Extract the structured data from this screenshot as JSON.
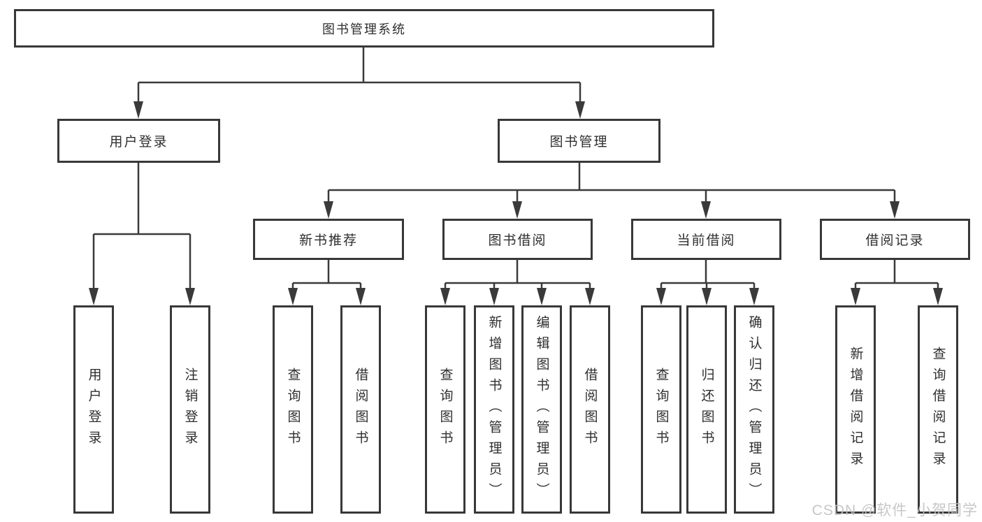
{
  "root": {
    "label": "图书管理系统"
  },
  "level2": [
    {
      "label": "用户登录"
    },
    {
      "label": "图书管理"
    }
  ],
  "level3": [
    {
      "label": "新书推荐"
    },
    {
      "label": "图书借阅"
    },
    {
      "label": "当前借阅"
    },
    {
      "label": "借阅记录"
    }
  ],
  "leaves": [
    {
      "label": "用户登录"
    },
    {
      "label": "注销登录"
    },
    {
      "label": "查询图书"
    },
    {
      "label": "借阅图书"
    },
    {
      "label": "查询图书"
    },
    {
      "label": "新增图书（管理员）"
    },
    {
      "label": "编辑图书（管理员）"
    },
    {
      "label": "借阅图书"
    },
    {
      "label": "查询图书"
    },
    {
      "label": "归还图书"
    },
    {
      "label": "确认归还（管理员）"
    },
    {
      "label": "新增借阅记录"
    },
    {
      "label": "查询借阅记录"
    }
  ],
  "watermark": {
    "text": "CSDN @软件_小贺同学"
  },
  "colors": {
    "line": "#3a3a3a",
    "border": "#383838",
    "text": "#2f2f2f",
    "watermark": "#c1c1c1",
    "background": "#ffffff"
  }
}
